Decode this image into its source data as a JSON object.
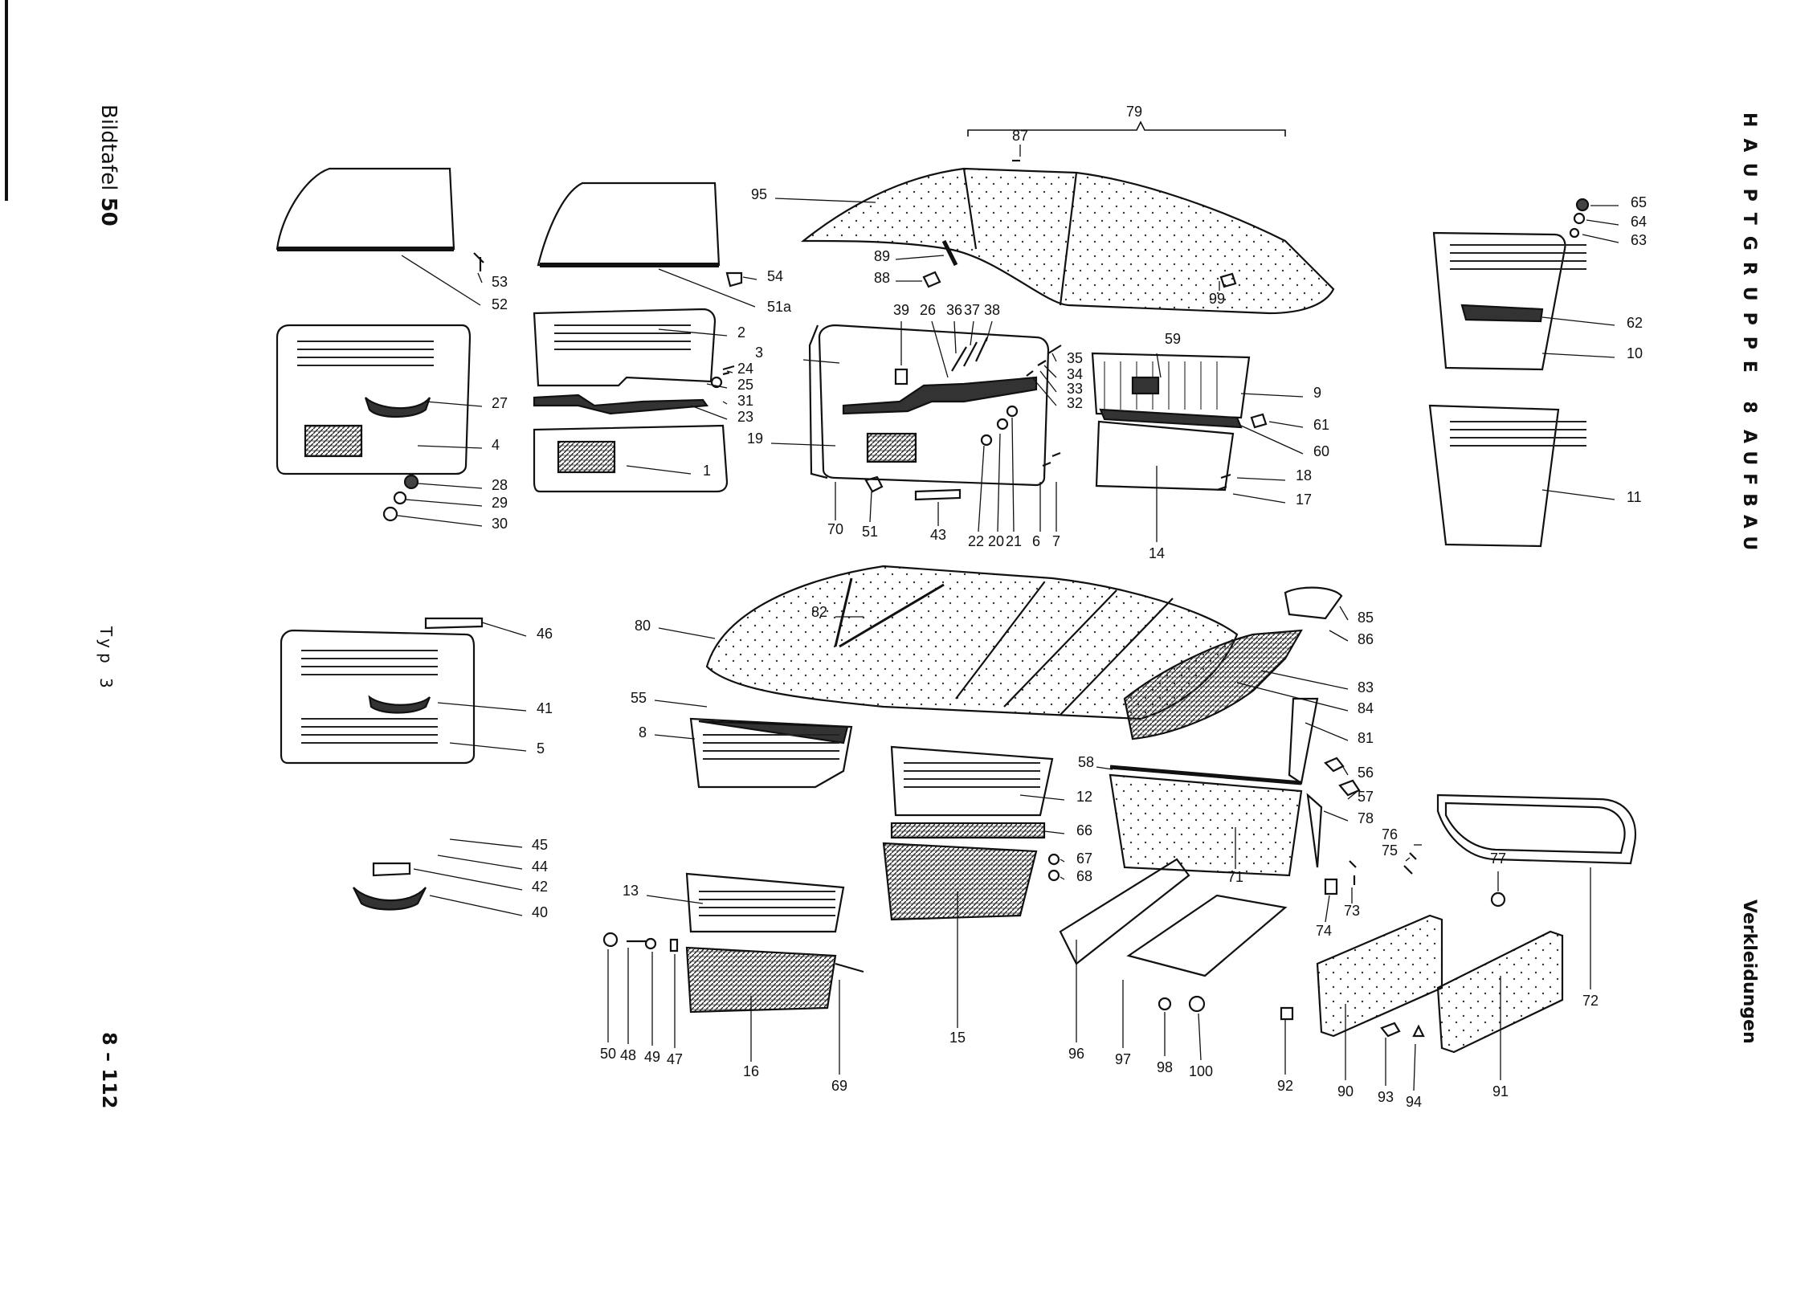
{
  "sheet": {
    "left_title_prefix": "Bildtafel",
    "left_title_number": "50",
    "left_type": "Typ 3",
    "left_page": "8 – 112",
    "right_group": "HAUPTGRUPPE 8",
    "right_section": "AUFBAU",
    "right_subsection": "Verkleidungen"
  },
  "callouts": [
    "1",
    "2",
    "3",
    "4",
    "5",
    "6",
    "7",
    "8",
    "9",
    "10",
    "11",
    "12",
    "13",
    "14",
    "15",
    "16",
    "17",
    "18",
    "19",
    "20",
    "21",
    "22",
    "23",
    "24",
    "25",
    "26",
    "27",
    "28",
    "29",
    "30",
    "31",
    "32",
    "33",
    "34",
    "35",
    "36",
    "37",
    "38",
    "39",
    "40",
    "41",
    "42",
    "43",
    "44",
    "45",
    "46",
    "47",
    "48",
    "49",
    "50",
    "51",
    "51a",
    "52",
    "53",
    "54",
    "55",
    "56",
    "57",
    "58",
    "59",
    "60",
    "61",
    "62",
    "63",
    "64",
    "65",
    "66",
    "67",
    "68",
    "69",
    "70",
    "71",
    "72",
    "73",
    "74",
    "75",
    "76",
    "77",
    "78",
    "79",
    "80",
    "81",
    "82",
    "83",
    "84",
    "85",
    "86",
    "87",
    "88",
    "89",
    "90",
    "91",
    "92",
    "93",
    "94",
    "95",
    "96",
    "97",
    "98",
    "99",
    "100"
  ],
  "colors": {
    "ink": "#111111",
    "paper": "#ffffff"
  }
}
